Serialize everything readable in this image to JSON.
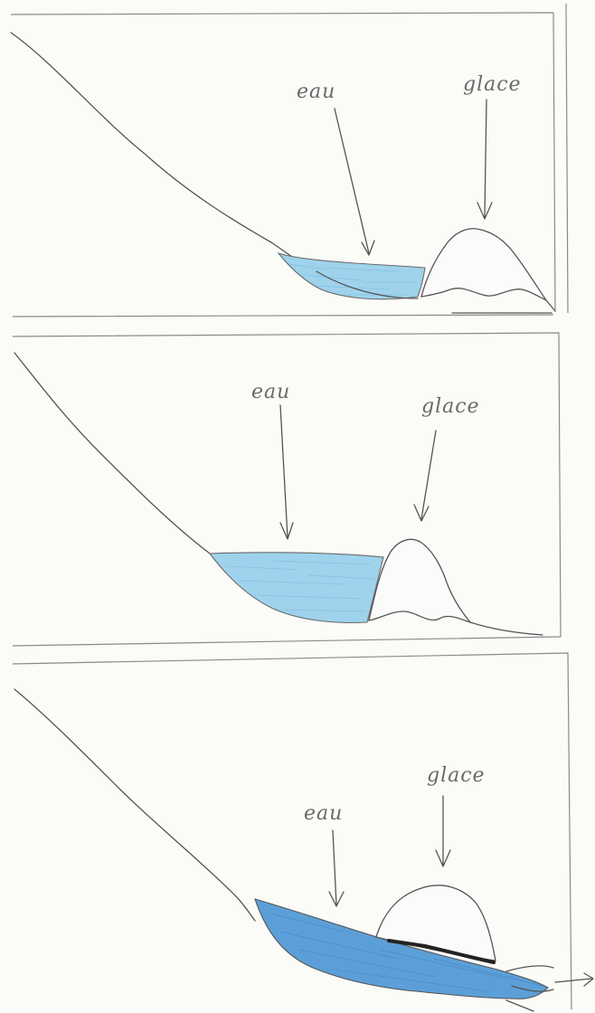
{
  "panels": [
    {
      "water_label": "eau",
      "ice_label": "glace"
    },
    {
      "water_label": "eau",
      "ice_label": "glace"
    },
    {
      "water_label": "eau",
      "ice_label": "glace"
    }
  ]
}
